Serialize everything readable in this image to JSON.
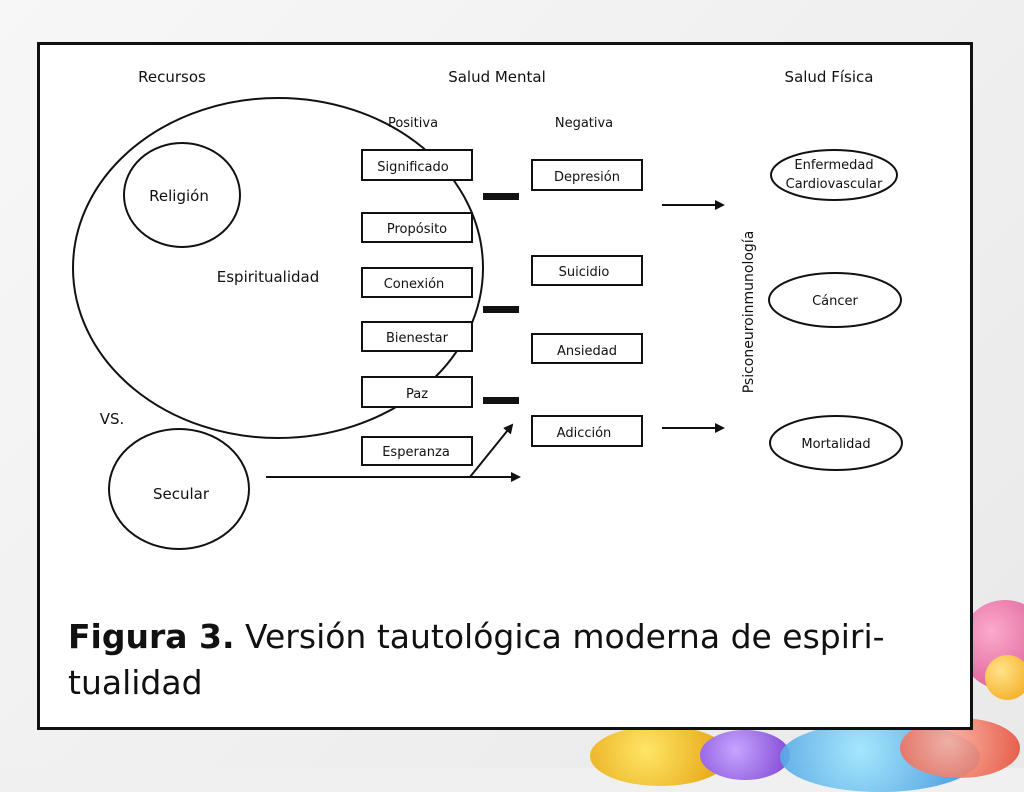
{
  "columns": {
    "resources": "Recursos",
    "mental_health": "Salud Mental",
    "physical_health": "Salud Física",
    "positive": "Positiva",
    "negative": "Negativa"
  },
  "resources": {
    "religion": "Religión",
    "spirituality": "Espiritualidad",
    "vs": "VS.",
    "secular": "Secular"
  },
  "positive_items": [
    "Significado",
    "Propósito",
    "Conexión",
    "Bienestar",
    "Paz",
    "Esperanza"
  ],
  "negative_items": [
    "Depresión",
    "Suicidio",
    "Ansiedad",
    "Adicción"
  ],
  "mediator": "Psiconeuroinmunología",
  "physical_items": {
    "cardio_line1": "Enfermedad",
    "cardio_line2": "Cardiovascular",
    "cancer": "Cáncer",
    "mortality": "Mortalidad"
  },
  "caption": {
    "label": "Figura 3.",
    "text_line1": " Versión tautológica moderna de espiri-",
    "text_line2": "tualidad"
  }
}
